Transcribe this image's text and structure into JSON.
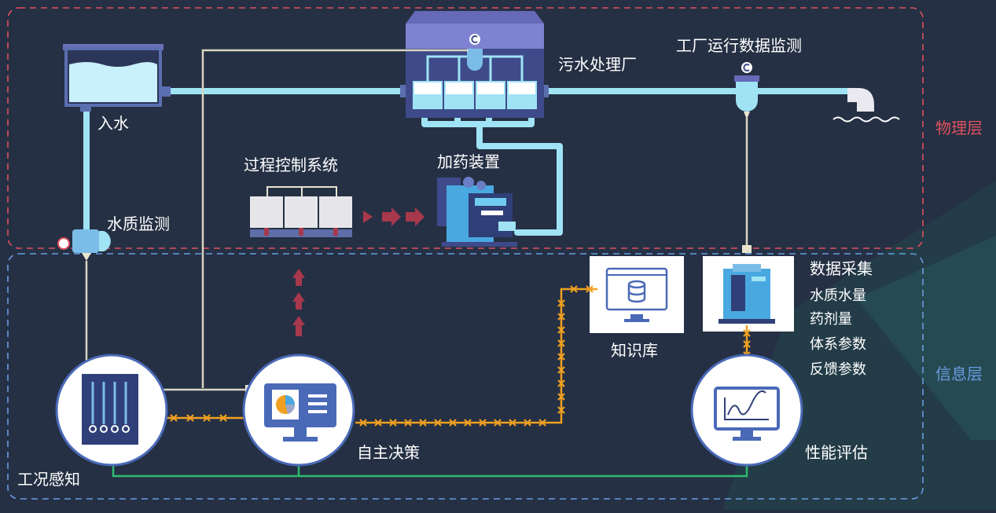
{
  "layers": {
    "physical": "物理层",
    "information": "信息层"
  },
  "labels": {
    "inlet": "入水",
    "wastewater_plant": "污水处理厂",
    "plant_data_monitoring": "工厂运行数据监测",
    "process_control": "过程控制系统",
    "dosing_device": "加药装置",
    "water_quality_monitoring": "水质监测",
    "knowledge_base": "知识库",
    "data_collection": "数据采集",
    "condition_awareness": "工况感知",
    "autonomous_decision": "自主决策",
    "performance_evaluation": "性能评估"
  },
  "data_collection_items": [
    "水质水量",
    "药剂量",
    "体系参数",
    "反馈参数"
  ],
  "colors": {
    "background": "#253044",
    "physical_border": "#e0505e",
    "info_border": "#6a9ce0",
    "water_pipe": "#9fe3f4",
    "signal_line": "#d8d4c0",
    "data_link": "#f0a020",
    "feedback_line": "#2dbd6e",
    "arrow": "#a8384c"
  },
  "icons": {
    "inlet_tank": "water-tank-icon",
    "plant": "treatment-plant-icon",
    "flow_meter": "flow-meter-icon",
    "outlet": "outlet-pipe-icon",
    "waves": "waves-icon",
    "control_cabinet": "control-cabinet-icon",
    "dosing_machine": "dosing-machine-icon",
    "database": "database-icon",
    "server": "server-icon",
    "sensor_panel": "sensor-panel-icon",
    "decision_monitor": "monitor-chart-icon",
    "evaluation_monitor": "monitor-linechart-icon"
  }
}
